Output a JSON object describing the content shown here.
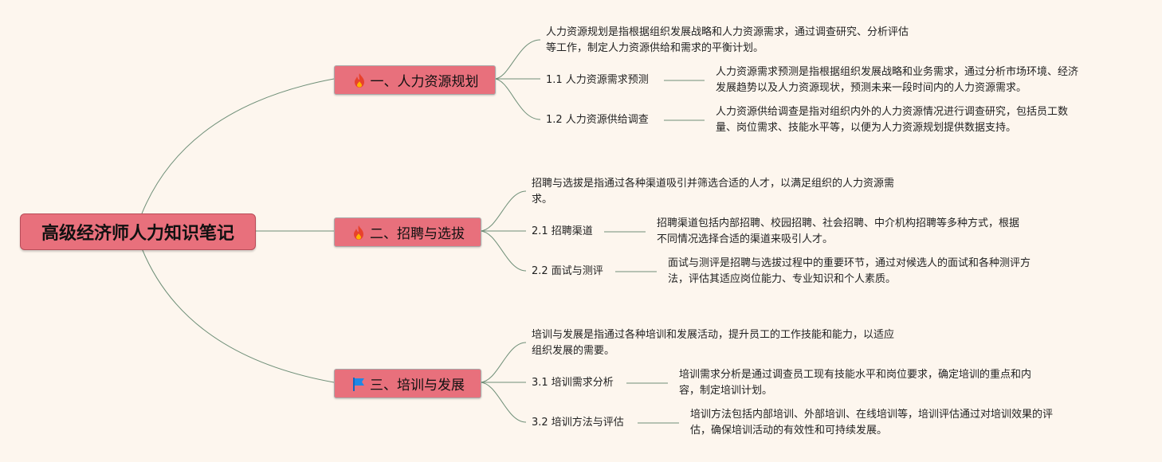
{
  "root": {
    "title": "高级经济师人力知识笔记"
  },
  "branches": [
    {
      "label": "一、人力资源规划",
      "icon": "fire-icon",
      "summary": [
        "人力资源规划是指根据组织发展战略和人力资源需求，通过调查研究、分析评估",
        "等工作，制定人力资源供给和需求的平衡计划。"
      ],
      "items": [
        {
          "label": "1.1 人力资源需求预测",
          "desc": [
            "人力资源需求预测是指根据组织发展战略和业务需求，通过分析市场环境、经济",
            "发展趋势以及人力资源现状，预测未来一段时间内的人力资源需求。"
          ]
        },
        {
          "label": "1.2 人力资源供给调查",
          "desc": [
            "人力资源供给调查是指对组织内外的人力资源情况进行调查研究，包括员工数",
            "量、岗位需求、技能水平等，以便为人力资源规划提供数据支持。"
          ]
        }
      ]
    },
    {
      "label": "二、招聘与选拔",
      "icon": "fire-icon",
      "summary": [
        "招聘与选拔是指通过各种渠道吸引并筛选合适的人才，以满足组织的人力资源需",
        "求。"
      ],
      "items": [
        {
          "label": "2.1 招聘渠道",
          "desc": [
            "招聘渠道包括内部招聘、校园招聘、社会招聘、中介机构招聘等多种方式，根据",
            "不同情况选择合适的渠道来吸引人才。"
          ]
        },
        {
          "label": "2.2 面试与测评",
          "desc": [
            "面试与测评是招聘与选拔过程中的重要环节，通过对候选人的面试和各种测评方",
            "法，评估其适应岗位能力、专业知识和个人素质。"
          ]
        }
      ]
    },
    {
      "label": "三、培训与发展",
      "icon": "flag-icon",
      "summary": [
        "培训与发展是指通过各种培训和发展活动，提升员工的工作技能和能力，以适应",
        "组织发展的需要。"
      ],
      "items": [
        {
          "label": "3.1 培训需求分析",
          "desc": [
            "培训需求分析是通过调查员工现有技能水平和岗位要求，确定培训的重点和内",
            "容，制定培训计划。"
          ]
        },
        {
          "label": "3.2 培训方法与评估",
          "desc": [
            "培训方法包括内部培训、外部培训、在线培训等，培训评估通过对培训效果的评",
            "估，确保培训活动的有效性和可持续发展。"
          ]
        }
      ]
    }
  ],
  "colors": {
    "node_fill": "#e8707c",
    "line": "#6f8f78",
    "fire": "#e8412c",
    "flag": "#1e88e5",
    "background": "#fdf6ee"
  }
}
